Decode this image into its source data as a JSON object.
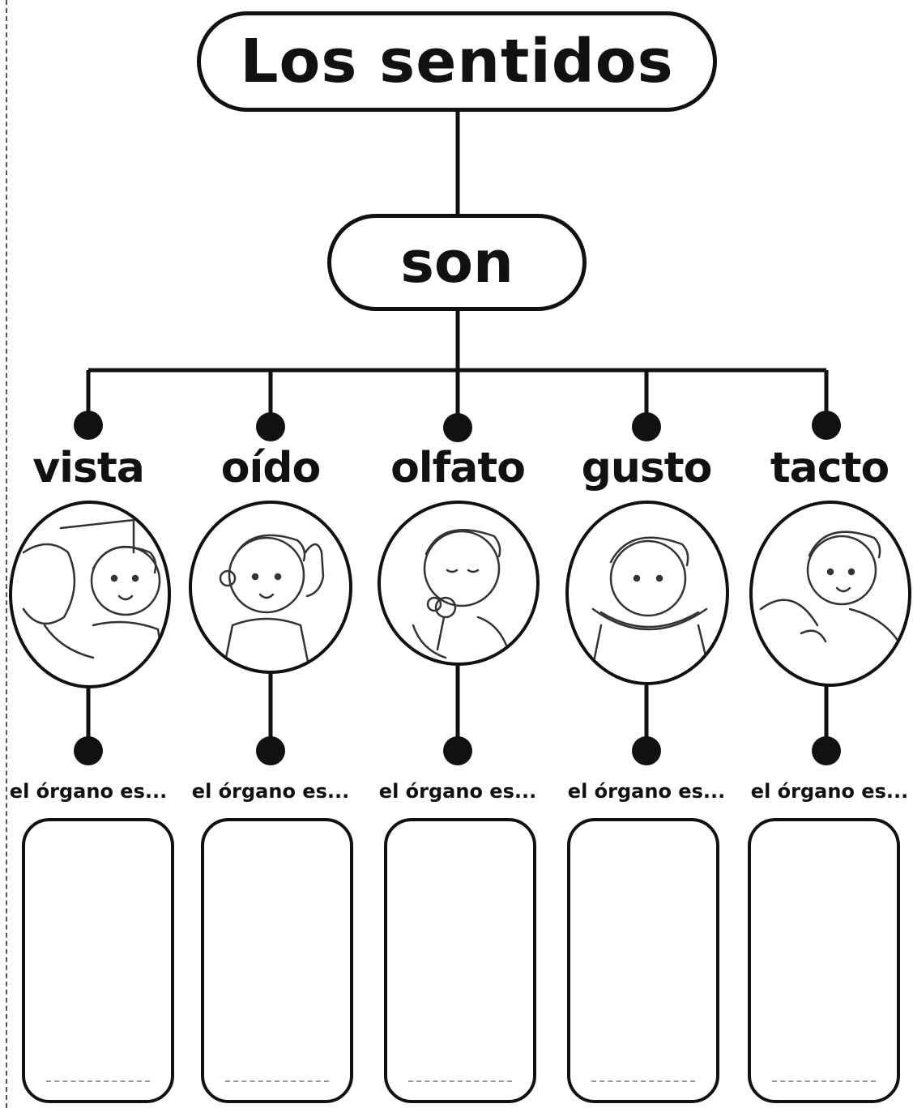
{
  "title": "Los sentidos",
  "connector": "son",
  "senses": [
    {
      "name": "vista",
      "icon": "child-looking-illustration",
      "organ_prompt": "el órgano es..."
    },
    {
      "name": "oído",
      "icon": "child-listening-illustration",
      "organ_prompt": "el órgano es..."
    },
    {
      "name": "olfato",
      "icon": "child-smelling-flower-illustration",
      "organ_prompt": "el órgano es..."
    },
    {
      "name": "gusto",
      "icon": "child-eating-watermelon-illustration",
      "organ_prompt": "el órgano es..."
    },
    {
      "name": "tacto",
      "icon": "child-touching-plant-illustration",
      "organ_prompt": "el órgano es..."
    }
  ],
  "colors": {
    "ink": "#111111",
    "background": "#ffffff",
    "answer_line": "#999999"
  }
}
